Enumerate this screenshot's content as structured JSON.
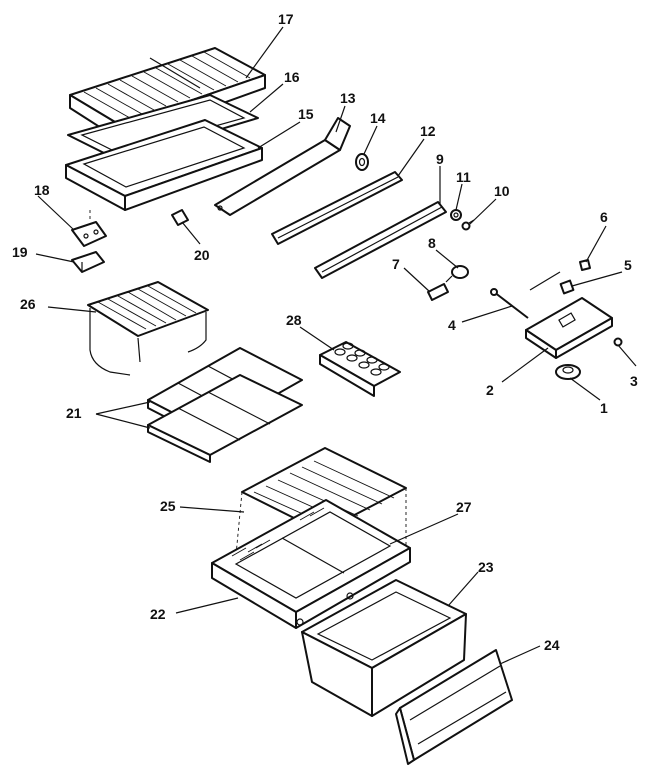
{
  "callouts": [
    "1",
    "2",
    "3",
    "4",
    "5",
    "6",
    "7",
    "8",
    "9",
    "10",
    "11",
    "12",
    "13",
    "14",
    "15",
    "16",
    "17",
    "18",
    "19",
    "20",
    "21",
    "22",
    "23",
    "24",
    "25",
    "26",
    "27",
    "28"
  ],
  "colors": {
    "line": "#111111",
    "background": "#ffffff"
  }
}
